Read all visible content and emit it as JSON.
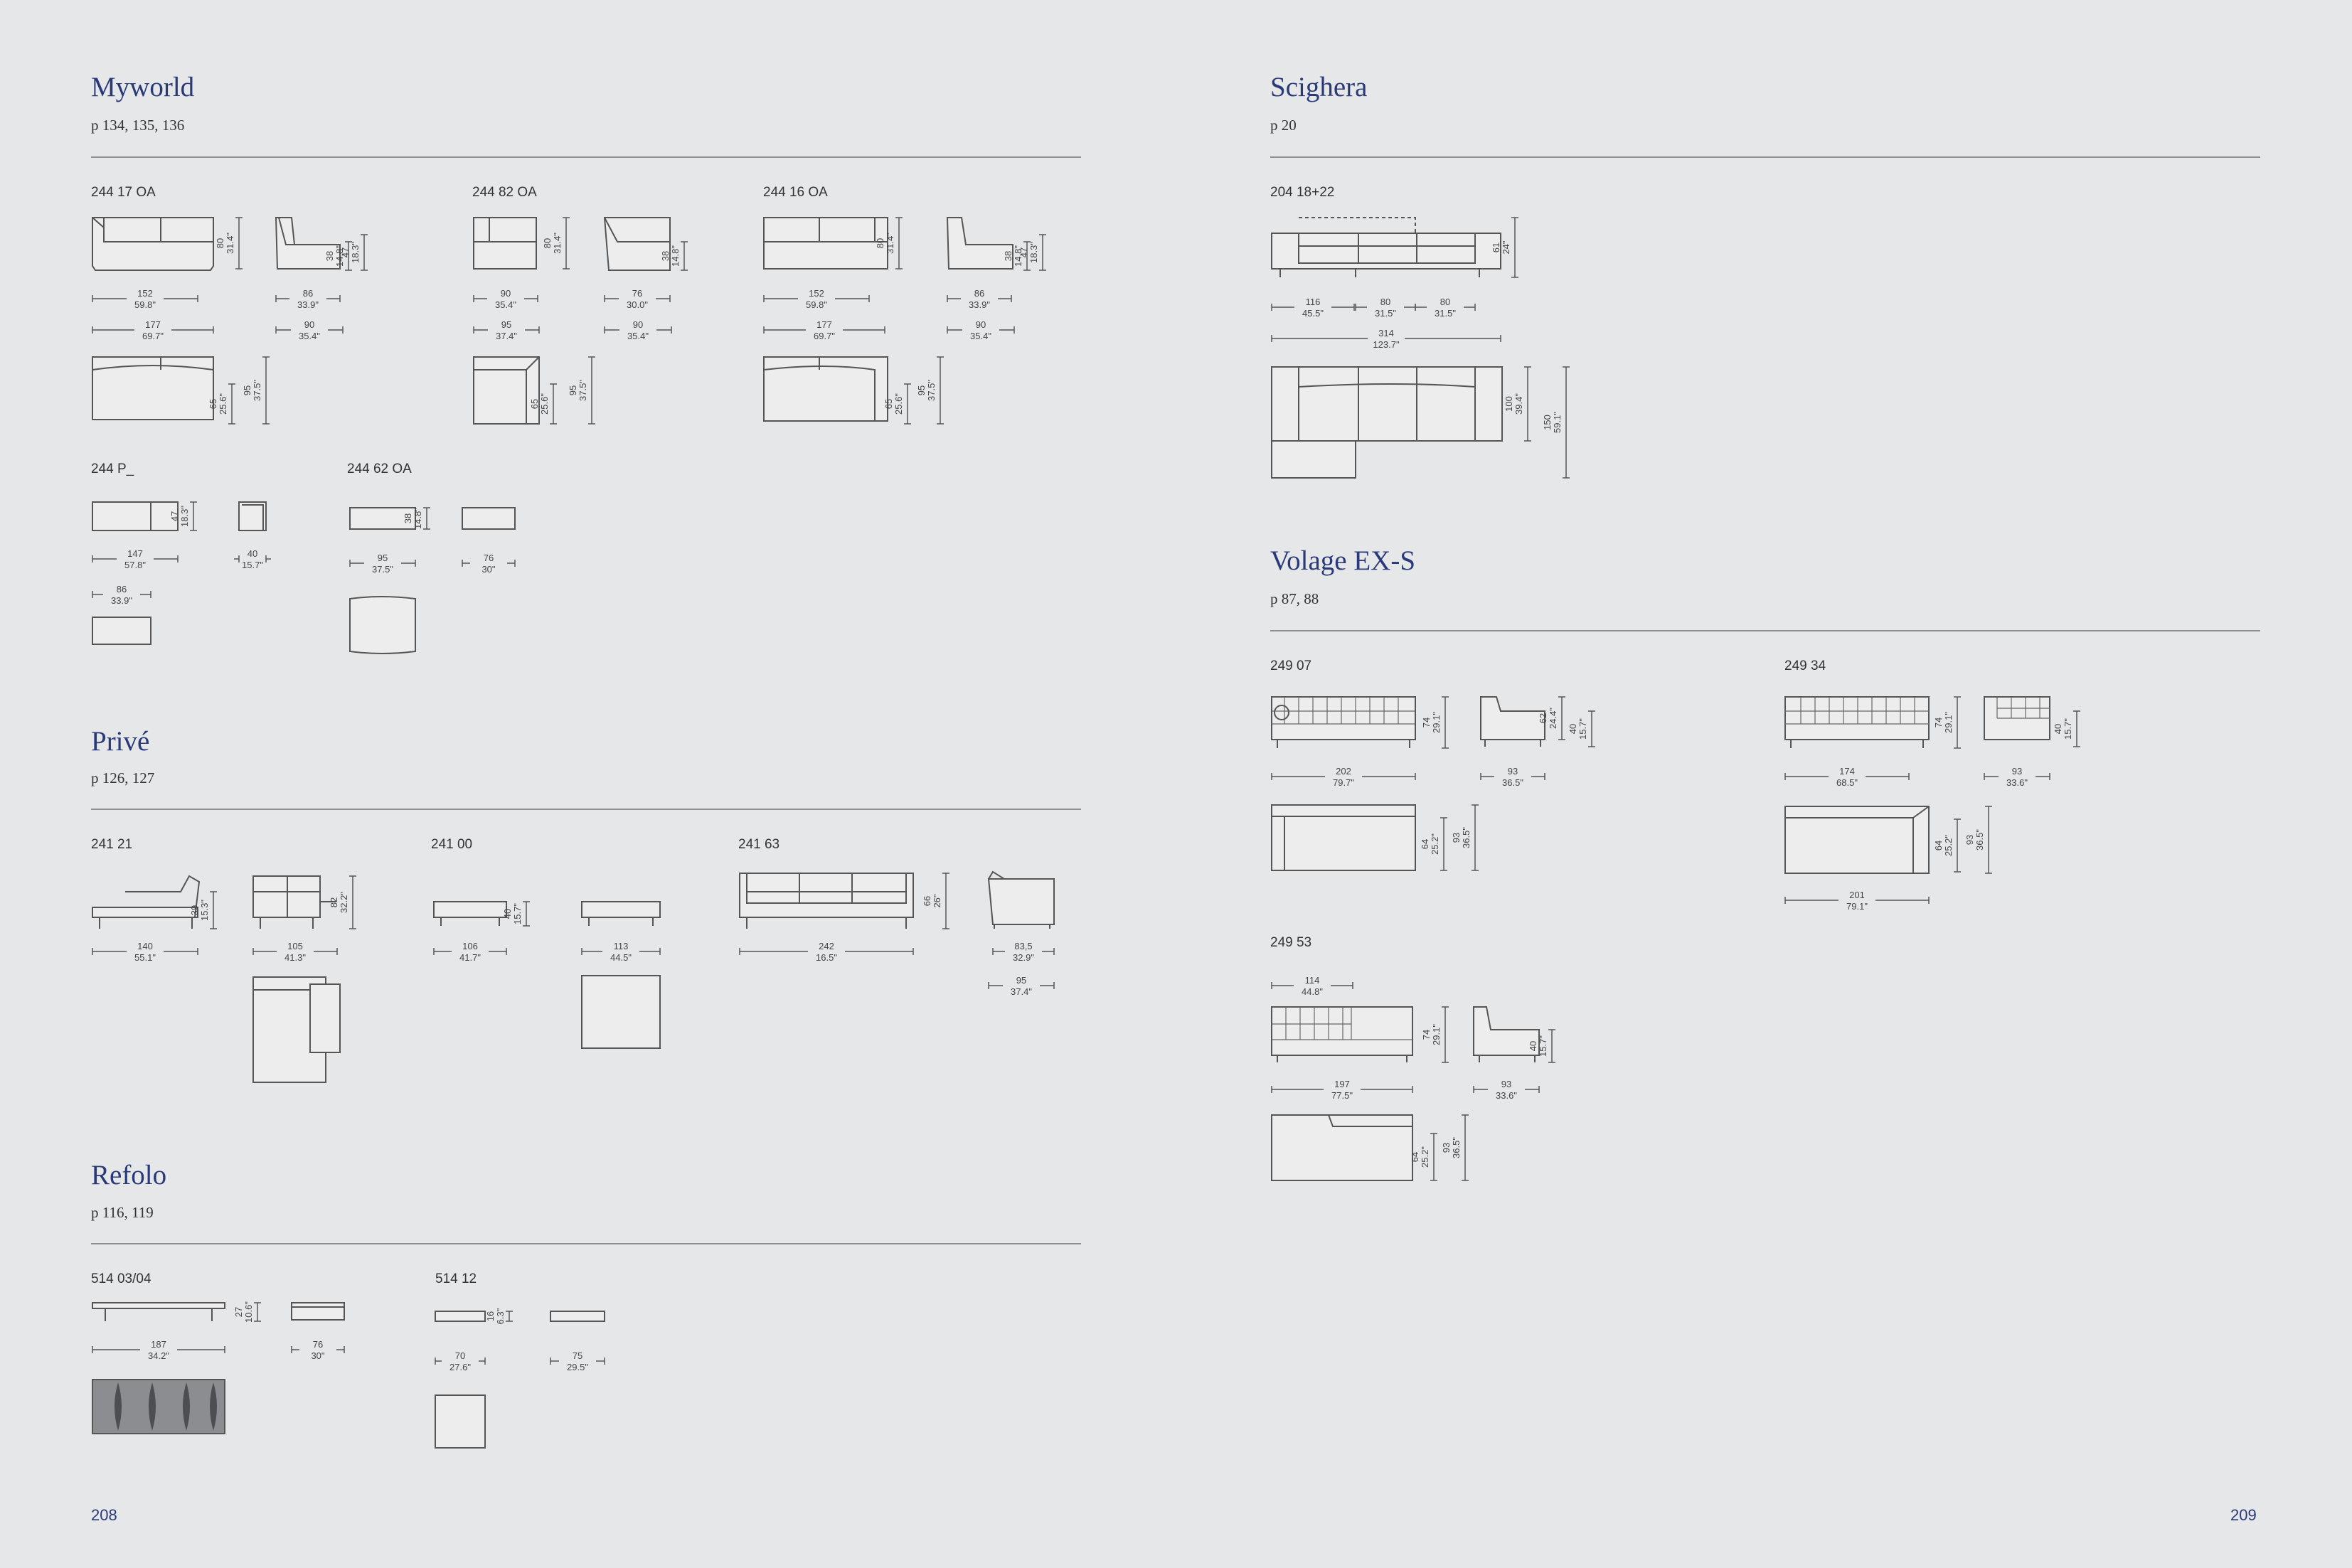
{
  "sections": {
    "myworld": {
      "title": "Myworld",
      "pages": "p 134, 135, 136",
      "codes": [
        "244 17 OA",
        "244 82 OA",
        "244 16 OA",
        "244 P_",
        "244 62 OA"
      ]
    },
    "prive": {
      "title": "Privé",
      "pages": "p 126, 127",
      "codes": [
        "241 21",
        "241 00",
        "241 63"
      ]
    },
    "refolo": {
      "title": "Refolo",
      "pages": "p 116, 119",
      "codes": [
        "514 03/04",
        "514 12"
      ]
    },
    "scighera": {
      "title": "Scighera",
      "pages": "p 20",
      "codes": [
        "204 18+22"
      ]
    },
    "volage": {
      "title": "Volage EX-S",
      "pages": "p 87, 88",
      "codes": [
        "249 07",
        "249 34",
        "249 53"
      ]
    }
  },
  "dimensions": {
    "m1": [
      [
        "80",
        "31.4\""
      ],
      [
        "38",
        "14.8\""
      ],
      [
        "47",
        "18.3\""
      ],
      [
        "152",
        "59.8\""
      ],
      [
        "86",
        "33.9\""
      ],
      [
        "177",
        "69.7\""
      ],
      [
        "90",
        "35.4\""
      ],
      [
        "65",
        "25.6\""
      ],
      [
        "95",
        "37.5\""
      ]
    ],
    "m2": [
      [
        "80",
        "31.4\""
      ],
      [
        "38",
        "14.8\""
      ],
      [
        "90",
        "35.4\""
      ],
      [
        "76",
        "30.0\""
      ],
      [
        "95",
        "37.4\""
      ],
      [
        "90",
        "35.4\""
      ],
      [
        "65",
        "25.6\""
      ],
      [
        "95",
        "37.5\""
      ]
    ],
    "m3": [
      [
        "80",
        "31.4\""
      ],
      [
        "38",
        "14.8\""
      ],
      [
        "47",
        "18.3\""
      ],
      [
        "152",
        "59.8\""
      ],
      [
        "86",
        "33.9\""
      ],
      [
        "177",
        "69.7\""
      ],
      [
        "90",
        "35.4\""
      ],
      [
        "65",
        "25.6\""
      ],
      [
        "95",
        "37.5\""
      ]
    ],
    "m4": [
      [
        "47",
        "18.3\""
      ],
      [
        "147",
        "57.8\""
      ],
      [
        "40",
        "15.7\""
      ],
      [
        "86",
        "33.9\""
      ]
    ],
    "m5": [
      [
        "38",
        "14.8\""
      ],
      [
        "95",
        "37.5\""
      ],
      [
        "76",
        "30\""
      ]
    ],
    "p1": [
      [
        "39",
        "15.3\""
      ],
      [
        "82",
        "32.2\""
      ],
      [
        "140",
        "55.1\""
      ],
      [
        "105",
        "41.3\""
      ]
    ],
    "p2": [
      [
        "40",
        "15.7\""
      ],
      [
        "106",
        "41.7\""
      ],
      [
        "113",
        "44.5\""
      ]
    ],
    "p3": [
      [
        "66",
        "26\""
      ],
      [
        "242",
        "16.5\""
      ],
      [
        "83,5",
        "32.9\""
      ],
      [
        "95",
        "37.4\""
      ]
    ],
    "r1": [
      [
        "27",
        "10.6\""
      ],
      [
        "187",
        "34.2\""
      ],
      [
        "76",
        "30\""
      ]
    ],
    "r2": [
      [
        "16",
        "6.3\""
      ],
      [
        "70",
        "27.6\""
      ],
      [
        "75",
        "29.5\""
      ]
    ],
    "s1": [
      [
        "61",
        "24\""
      ],
      [
        "116",
        "45.5\""
      ],
      [
        "80",
        "31.5\""
      ],
      [
        "80",
        "31.5\""
      ],
      [
        "314",
        "123.7\""
      ],
      [
        "100",
        "39.4\""
      ],
      [
        "150",
        "59.1\""
      ]
    ],
    "v1": [
      [
        "74",
        "29.1\""
      ],
      [
        "62",
        "24.4\""
      ],
      [
        "40",
        "15.7\""
      ],
      [
        "202",
        "79.7\""
      ],
      [
        "93",
        "36.5\""
      ],
      [
        "64",
        "25.2\""
      ],
      [
        "93",
        "36.5\""
      ]
    ],
    "v2": [
      [
        "74",
        "29.1\""
      ],
      [
        "40",
        "15.7\""
      ],
      [
        "174",
        "68.5\""
      ],
      [
        "93",
        "33.6\""
      ],
      [
        "64",
        "25.2\""
      ],
      [
        "93",
        "36.5\""
      ],
      [
        "201",
        "79.1\""
      ]
    ],
    "v3": [
      [
        "114",
        "44.8\""
      ],
      [
        "74",
        "29.1\""
      ],
      [
        "40",
        "15.7\""
      ],
      [
        "197",
        "77.5\""
      ],
      [
        "93",
        "33.6\""
      ],
      [
        "64",
        "25.2\""
      ],
      [
        "93",
        "36.5\""
      ]
    ]
  },
  "folios": {
    "left": "208",
    "right": "209"
  }
}
